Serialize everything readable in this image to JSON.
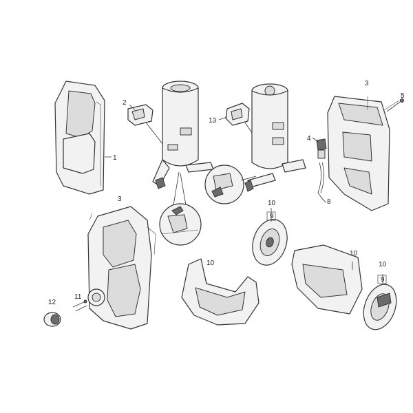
{
  "labels": {
    "l1": "1",
    "l2": "2",
    "l3a": "3",
    "l3b": "3",
    "l4": "4",
    "l5": "5",
    "l8": "8",
    "l9a": "9",
    "l9b": "9",
    "l10a": "10",
    "l10b": "10",
    "l10c": "10",
    "l10d": "10",
    "l11": "11",
    "l12": "12",
    "l13": "13"
  },
  "colors": {
    "line": "#333333",
    "fill_light": "#f2f2f2",
    "fill_mid": "#dcdcdc",
    "fill_dark": "#6b6b6b"
  }
}
